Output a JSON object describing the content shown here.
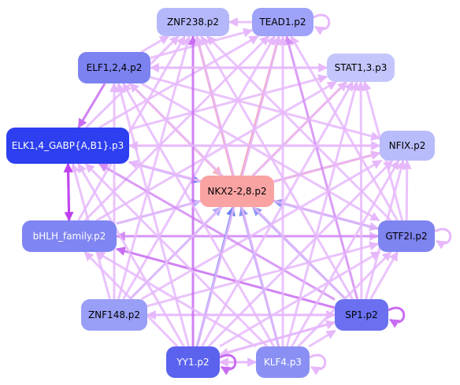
{
  "nodes": [
    {
      "id": "ZNF238",
      "label": "ZNF238.p2",
      "fill": "#b4b8fb",
      "text": "#000000"
    },
    {
      "id": "TEAD1",
      "label": "TEAD1.p2",
      "fill": "#9ea2f8",
      "text": "#000000"
    },
    {
      "id": "ELF124",
      "label": "ELF1,2,4.p2",
      "fill": "#7c82f0",
      "text": "#000000"
    },
    {
      "id": "STAT13",
      "label": "STAT1,3.p3",
      "fill": "#c4c6fb",
      "text": "#000000"
    },
    {
      "id": "ELK14",
      "label": "ELK1,4_GABP{A,B1}.p3",
      "fill": "#2d3ff0",
      "text": "#ffffff"
    },
    {
      "id": "NFIX",
      "label": "NFIX.p2",
      "fill": "#b8bcfb",
      "text": "#000000"
    },
    {
      "id": "NKX2",
      "label": "NKX2-2,8.p2",
      "fill": "#f9a3a3",
      "text": "#000000"
    },
    {
      "id": "BHLH",
      "label": "bHLH_family.p2",
      "fill": "#7f85f2",
      "text": "#ffffff"
    },
    {
      "id": "GTF2I",
      "label": "GTF2I.p2",
      "fill": "#7e84f0",
      "text": "#000000"
    },
    {
      "id": "ZNF148",
      "label": "ZNF148.p2",
      "fill": "#999ef6",
      "text": "#000000"
    },
    {
      "id": "SP1",
      "label": "SP1.p2",
      "fill": "#6a70f0",
      "text": "#000000"
    },
    {
      "id": "YY1",
      "label": "YY1.p2",
      "fill": "#5a62ee",
      "text": "#ffffff"
    },
    {
      "id": "KLF4",
      "label": "KLF4.p3",
      "fill": "#8a90f3",
      "text": "#ffffff"
    }
  ],
  "edges": [
    {
      "from": "TEAD1",
      "to": "ZNF238",
      "color": "#e6b8fb"
    },
    {
      "from": "ELF124",
      "to": "ZNF238",
      "color": "#e6b8fb"
    },
    {
      "from": "ELF124",
      "to": "TEAD1",
      "color": "#e6b8fb"
    },
    {
      "from": "ELF124",
      "to": "STAT13",
      "color": "#e6b8fb"
    },
    {
      "from": "ELF124",
      "to": "NFIX",
      "color": "#e6b8fb"
    },
    {
      "from": "ELF124",
      "to": "ELK14",
      "color": "#c86cf2"
    },
    {
      "from": "ELF124",
      "to": "NKX2",
      "color": "#f7b1b8"
    },
    {
      "from": "ELF124",
      "to": "GTF2I",
      "color": "#e6b8fb"
    },
    {
      "from": "ELK14",
      "to": "NKX2",
      "color": "#6a7ff0"
    },
    {
      "from": "ELK14",
      "to": "BHLH",
      "color": "#c040f0"
    },
    {
      "from": "ELK14",
      "to": "NFIX",
      "color": "#e6b8fb"
    },
    {
      "from": "ELK14",
      "to": "TEAD1",
      "color": "#e6b8fb"
    },
    {
      "from": "ELK14",
      "to": "ZNF238",
      "color": "#e6b8fb"
    },
    {
      "from": "ELK14",
      "to": "STAT13",
      "color": "#e6b8fb"
    },
    {
      "from": "ELK14",
      "to": "GTF2I",
      "color": "#e6b8fb"
    },
    {
      "from": "NKX2",
      "to": "TEAD1",
      "color": "#f48a8a"
    },
    {
      "from": "NKX2",
      "to": "ZNF238",
      "color": "#f48a8a"
    },
    {
      "from": "NKX2",
      "to": "STAT13",
      "color": "#f7a8a8"
    },
    {
      "from": "NKX2",
      "to": "NFIX",
      "color": "#f48a8a"
    },
    {
      "from": "BHLH",
      "to": "NKX2",
      "color": "#a8aef8"
    },
    {
      "from": "BHLH",
      "to": "TEAD1",
      "color": "#e6b8fb"
    },
    {
      "from": "BHLH",
      "to": "ZNF238",
      "color": "#e6b8fb"
    },
    {
      "from": "BHLH",
      "to": "STAT13",
      "color": "#e6b8fb"
    },
    {
      "from": "BHLH",
      "to": "NFIX",
      "color": "#e6b8fb"
    },
    {
      "from": "BHLH",
      "to": "GTF2I",
      "color": "#e6b8fb"
    },
    {
      "from": "GTF2I",
      "to": "NKX2",
      "color": "#8a94f2"
    },
    {
      "from": "GTF2I",
      "to": "BHLH",
      "color": "#d48cf5"
    },
    {
      "from": "GTF2I",
      "to": "TEAD1",
      "color": "#e6b8fb"
    },
    {
      "from": "GTF2I",
      "to": "ZNF238",
      "color": "#e6b8fb"
    },
    {
      "from": "GTF2I",
      "to": "ELK14",
      "color": "#e6b8fb"
    },
    {
      "from": "ZNF148",
      "to": "NKX2",
      "color": "#a8aef8"
    },
    {
      "from": "ZNF148",
      "to": "ELK14",
      "color": "#e6b8fb"
    },
    {
      "from": "ZNF148",
      "to": "TEAD1",
      "color": "#e6b8fb"
    },
    {
      "from": "ZNF148",
      "to": "NFIX",
      "color": "#e6b8fb"
    },
    {
      "from": "ZNF148",
      "to": "ZNF238",
      "color": "#e6b8fb"
    },
    {
      "from": "ZNF148",
      "to": "GTF2I",
      "color": "#e6b8fb"
    },
    {
      "from": "ZNF148",
      "to": "SP1",
      "color": "#e6b8fb"
    },
    {
      "from": "SP1",
      "to": "NKX2",
      "color": "#8a94f2"
    },
    {
      "from": "SP1",
      "to": "BHLH",
      "color": "#c86cf2"
    },
    {
      "from": "SP1",
      "to": "ELK14",
      "color": "#d48cf5"
    },
    {
      "from": "SP1",
      "to": "TEAD1",
      "color": "#d48cf5"
    },
    {
      "from": "SP1",
      "to": "ZNF238",
      "color": "#e6b8fb"
    },
    {
      "from": "SP1",
      "to": "NFIX",
      "color": "#e6b8fb"
    },
    {
      "from": "SP1",
      "to": "GTF2I",
      "color": "#e6b8fb"
    },
    {
      "from": "SP1",
      "to": "ZNF148",
      "color": "#e6b8fb"
    },
    {
      "from": "SP1",
      "to": "ELF124",
      "color": "#e6b8fb"
    },
    {
      "from": "SP1",
      "to": "YY1",
      "color": "#e6b8fb"
    },
    {
      "from": "YY1",
      "to": "NKX2",
      "color": "#6a7ff0"
    },
    {
      "from": "YY1",
      "to": "ZNF238",
      "color": "#c86cf2"
    },
    {
      "from": "YY1",
      "to": "BHLH",
      "color": "#e6b8fb"
    },
    {
      "from": "YY1",
      "to": "ELK14",
      "color": "#e6b8fb"
    },
    {
      "from": "YY1",
      "to": "TEAD1",
      "color": "#e6b8fb"
    },
    {
      "from": "YY1",
      "to": "STAT13",
      "color": "#e6b8fb"
    },
    {
      "from": "YY1",
      "to": "NFIX",
      "color": "#e6b8fb"
    },
    {
      "from": "YY1",
      "to": "GTF2I",
      "color": "#e6b8fb"
    },
    {
      "from": "YY1",
      "to": "SP1",
      "color": "#e6b8fb"
    },
    {
      "from": "YY1",
      "to": "KLF4",
      "color": "#e6b8fb"
    },
    {
      "from": "YY1",
      "to": "ELF124",
      "color": "#e6b8fb"
    },
    {
      "from": "KLF4",
      "to": "NKX2",
      "color": "#8a94f2"
    },
    {
      "from": "KLF4",
      "to": "ELK14",
      "color": "#e6b8fb"
    },
    {
      "from": "KLF4",
      "to": "BHLH",
      "color": "#e6b8fb"
    },
    {
      "from": "KLF4",
      "to": "TEAD1",
      "color": "#e6b8fb"
    },
    {
      "from": "KLF4",
      "to": "ZNF238",
      "color": "#e6b8fb"
    },
    {
      "from": "KLF4",
      "to": "STAT13",
      "color": "#e6b8fb"
    },
    {
      "from": "KLF4",
      "to": "NFIX",
      "color": "#e6b8fb"
    },
    {
      "from": "KLF4",
      "to": "GTF2I",
      "color": "#e6b8fb"
    },
    {
      "from": "KLF4",
      "to": "SP1",
      "color": "#e6b8fb"
    },
    {
      "from": "KLF4",
      "to": "YY1",
      "color": "#e6b8fb"
    },
    {
      "from": "KLF4",
      "to": "ELF124",
      "color": "#e6b8fb"
    },
    {
      "from": "ZNF148",
      "to": "ELF124",
      "color": "#e6b8fb"
    },
    {
      "from": "ZNF148",
      "to": "STAT13",
      "color": "#e6b8fb"
    },
    {
      "from": "BHLH",
      "to": "ELK14",
      "color": "#c040f0"
    },
    {
      "from": "NFIX",
      "to": "ELK14",
      "color": "#e6b8fb"
    },
    {
      "from": "STAT13",
      "to": "ELF124",
      "color": "#e6b8fb"
    },
    {
      "from": "GTF2I",
      "to": "STAT13",
      "color": "#e6b8fb"
    },
    {
      "from": "GTF2I",
      "to": "NFIX",
      "color": "#e6b8fb"
    },
    {
      "from": "SP1",
      "to": "STAT13",
      "color": "#e6b8fb"
    }
  ],
  "self_loops": [
    {
      "node": "TEAD1",
      "side": "right",
      "color": "#e6b8fb"
    },
    {
      "node": "GTF2I",
      "side": "right",
      "color": "#e6b8fb"
    },
    {
      "node": "SP1",
      "side": "right",
      "color": "#c86cf2"
    },
    {
      "node": "YY1",
      "side": "right",
      "color": "#c86cf2"
    },
    {
      "node": "KLF4",
      "side": "right",
      "color": "#e6b8fb"
    }
  ]
}
